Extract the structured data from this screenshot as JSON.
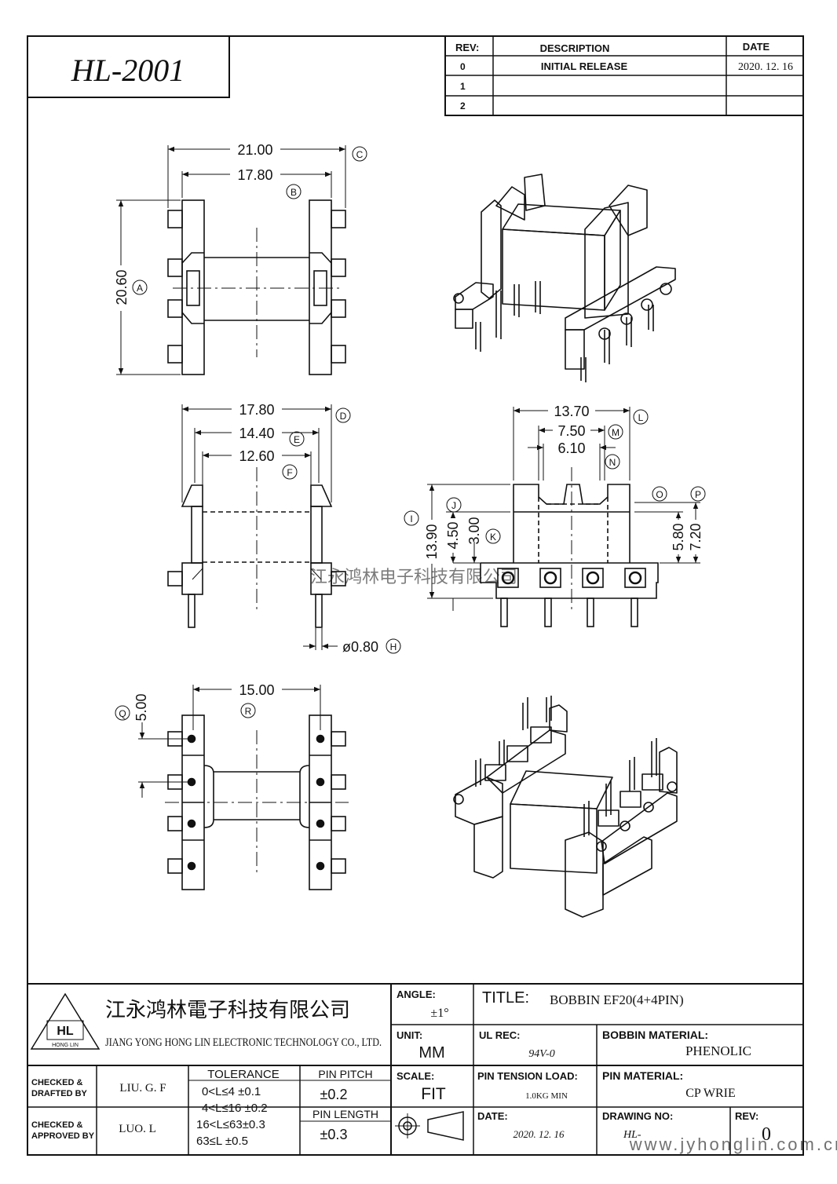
{
  "part_code": "HL-2001",
  "revision_table": {
    "headers": {
      "rev": "REV:",
      "description": "DESCRIPTION",
      "date": "DATE"
    },
    "rows": [
      {
        "rev": "0",
        "description": "INITIAL RELEASE",
        "date": "2020. 12. 16"
      },
      {
        "rev": "1",
        "description": "",
        "date": ""
      },
      {
        "rev": "2",
        "description": "",
        "date": ""
      }
    ]
  },
  "dimensions": {
    "top_view": {
      "width_c": "21.00",
      "width_b": "17.80",
      "height_a": "20.60",
      "tag_a": "A",
      "tag_b": "B",
      "tag_c": "C"
    },
    "front_view": {
      "d": "17.80",
      "e": "14.40",
      "f": "12.60",
      "h": "ø0.80",
      "tag_d": "D",
      "tag_e": "E",
      "tag_f": "F",
      "tag_h": "H"
    },
    "side_view": {
      "l": "13.70",
      "m": "7.50",
      "n": "6.10",
      "i": "13.90",
      "j": "4.50",
      "k": "3.00",
      "o": "5.80",
      "p": "7.20",
      "tag_l": "L",
      "tag_m": "M",
      "tag_n": "N",
      "tag_i": "I",
      "tag_j": "J",
      "tag_k": "K",
      "tag_o": "O",
      "tag_p": "P"
    },
    "bottom_view": {
      "q": "5.00",
      "r": "15.00",
      "tag_q": "Q",
      "tag_r": "R"
    }
  },
  "watermark": "江永鸿林电子科技有限公司",
  "footer_watermark": "www.jyhonglin.com.cn",
  "title_block": {
    "company_cn": "江永鸿林電子科技有限公司",
    "company_en": "JIANG YONG HONG LIN ELECTRONIC TECHNOLOGY CO., LTD.",
    "logo_text": "HL",
    "logo_sub": "HONG LIN",
    "angle_label": "ANGLE:",
    "angle_value": "±1°",
    "title_label": "TITLE:",
    "title_value": "BOBBIN   EF20(4+4PIN)",
    "unit_label": "UNIT:",
    "unit_value": "MM",
    "ul_rec_label": "UL REC:",
    "ul_rec_value": "94V-0",
    "bobbin_material_label": "BOBBIN MATERIAL:",
    "bobbin_material_value": "PHENOLIC",
    "checked_drafted_label_1": "CHECKED &",
    "checked_drafted_label_2": "DRAFTED BY",
    "drafted_by": "LIU. G. F",
    "checked_approved_label_1": "CHECKED &",
    "checked_approved_label_2": "APPROVED BY",
    "approved_by": "LUO. L",
    "tolerance_label": "TOLERANCE",
    "tolerance_rows": [
      "0<L≤4   ±0.1",
      "4<L≤16 ±0.2",
      "16<L≤63±0.3",
      "63≤L      ±0.5"
    ],
    "pin_pitch_label": "PIN PITCH",
    "pin_pitch_value": "±0.2",
    "pin_length_label": "PIN LENGTH",
    "pin_length_value": "±0.3",
    "scale_label": "SCALE:",
    "scale_value": "FIT",
    "pin_tension_label": "PIN TENSION LOAD:",
    "pin_tension_value": "1.0KG MIN",
    "pin_material_label": "PIN MATERIAL:",
    "pin_material_value": "CP WRIE",
    "date_label": "DATE:",
    "date_value": "2020. 12. 16",
    "drawing_no_label": "DRAWING NO:",
    "drawing_no_value": "HL-",
    "rev_label": "REV:",
    "rev_value": "0"
  }
}
